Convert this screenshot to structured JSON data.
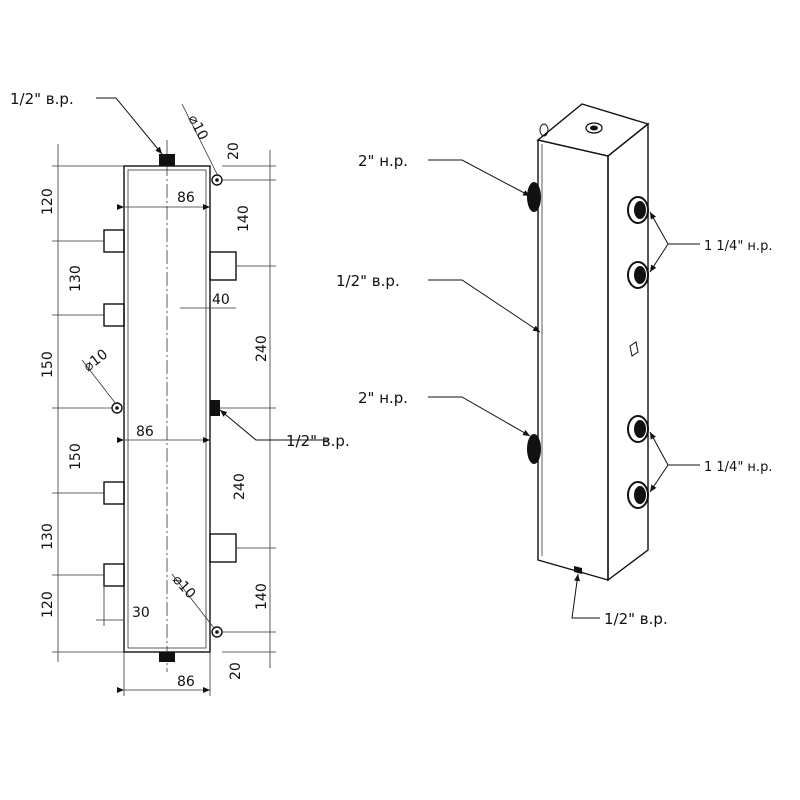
{
  "front_view": {
    "top_port": "1/2\" в.р.",
    "side_port": "1/2\" в.р.",
    "dims": {
      "d_top": "⌀10",
      "d_mid": "⌀10",
      "d_bot": "⌀10",
      "left_120_top": "120",
      "left_130_top": "130",
      "left_150_top": "150",
      "left_150_bot": "150",
      "left_130_bot": "130",
      "left_120_bot": "120",
      "right_20_top": "20",
      "right_140_top": "140",
      "right_240_top": "240",
      "right_240_bot": "240",
      "right_140_bot": "140",
      "right_20_bot": "20",
      "width_top": "86",
      "width_mid": "86",
      "width_bot": "86",
      "stub_40": "40",
      "stub_30": "30"
    }
  },
  "iso_view": {
    "upper_2in": "2\" н.р.",
    "mid_half": "1/2\" в.р.",
    "lower_2in": "2\" н.р.",
    "upper_114": "1 1/4\" н.р.",
    "lower_114": "1 1/4\" н.р.",
    "bottom_half": "1/2\" в.р."
  }
}
